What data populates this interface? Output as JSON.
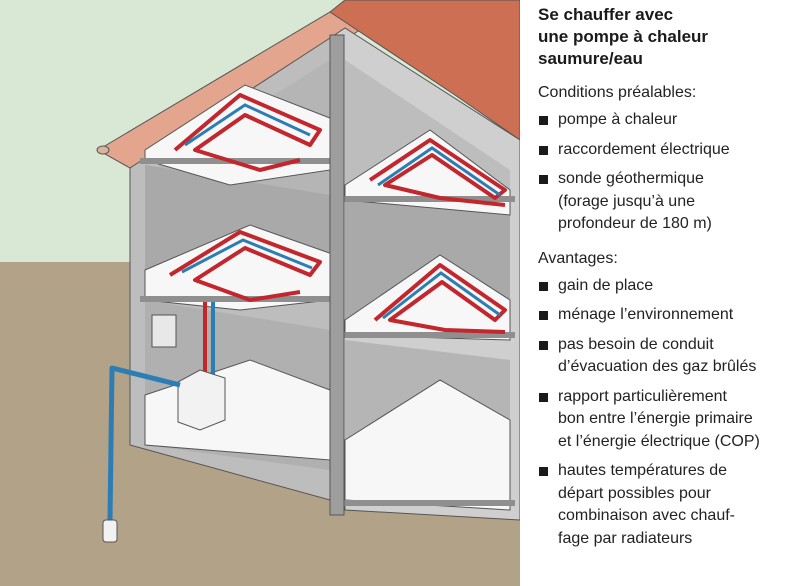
{
  "title_lines": [
    "Se chauffer avec",
    "une pompe à chaleur",
    "saumure/eau"
  ],
  "conditions": {
    "heading": "Conditions préalables:",
    "items": [
      {
        "lines": [
          "pompe à chaleur"
        ]
      },
      {
        "lines": [
          "raccordement électrique"
        ]
      },
      {
        "lines": [
          "sonde géothermique",
          "(forage jusqu’à une",
          "profondeur de 180 m)"
        ]
      }
    ]
  },
  "advantages": {
    "heading": "Avantages:",
    "items": [
      {
        "lines": [
          "gain de place"
        ]
      },
      {
        "lines": [
          "ménage l’environnement"
        ]
      },
      {
        "lines": [
          "pas besoin de conduit",
          "d’évacuation des gaz brûlés"
        ]
      },
      {
        "lines": [
          "rapport particulièrement",
          "bon entre l’énergie primaire",
          "et l’énergie électrique (COP)"
        ]
      },
      {
        "lines": [
          "hautes températures de",
          "départ possibles pour",
          "combinaison avec chauf-",
          "fage par radiateurs"
        ]
      }
    ]
  },
  "colors": {
    "sky": "#d8e8d4",
    "ground": "#b2a288",
    "roof": "#cd6f52",
    "roof_underside": "#e3a58e",
    "wall": "#c9c9c9",
    "wall_dark": "#a9a9a9",
    "floor": "#f7f7f7",
    "pipe_red": "#c1272d",
    "pipe_blue": "#2d7db5"
  }
}
